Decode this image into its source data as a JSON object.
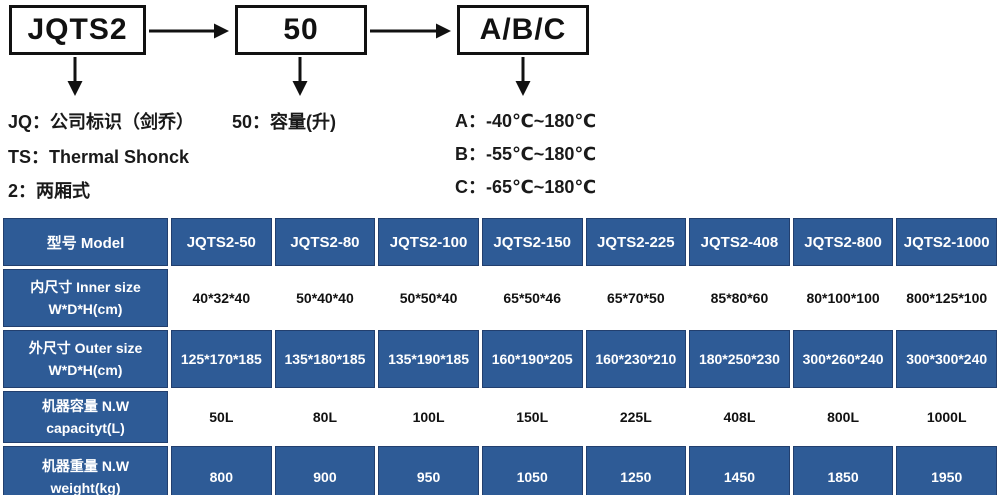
{
  "diagram": {
    "boxes": [
      {
        "label": "JQTS2"
      },
      {
        "label": "50"
      },
      {
        "label": "A/B/C"
      }
    ],
    "notes": {
      "jq": "JQ：公司标识（剑乔）",
      "ts": "TS：Thermal Shonck",
      "two": "2：两厢式",
      "fifty": "50：容量(升)",
      "a": "A：-40℃~180℃",
      "b": "B：-55℃~180℃",
      "c": "C：-65℃~180℃"
    }
  },
  "table": {
    "header": {
      "label": "型号 Model",
      "models": [
        "JQTS2-50",
        "JQTS2-80",
        "JQTS2-100",
        "JQTS2-150",
        "JQTS2-225",
        "JQTS2-408",
        "JQTS2-800",
        "JQTS2-1000"
      ]
    },
    "rows": [
      {
        "label_line1": "内尺寸 Inner size",
        "label_line2": "W*D*H(cm)",
        "style": "light",
        "values": [
          "40*32*40",
          "50*40*40",
          "50*50*40",
          "65*50*46",
          "65*70*50",
          "85*80*60",
          "80*100*100",
          "800*125*100"
        ]
      },
      {
        "label_line1": "外尺寸 Outer size",
        "label_line2": "W*D*H(cm)",
        "style": "dark",
        "values": [
          "125*170*185",
          "135*180*185",
          "135*190*185",
          "160*190*205",
          "160*230*210",
          "180*250*230",
          "300*260*240",
          "300*300*240"
        ]
      },
      {
        "label_line1": "机器容量 N.W",
        "label_line2": "capacityt(L)",
        "style": "light",
        "values": [
          "50L",
          "80L",
          "100L",
          "150L",
          "225L",
          "408L",
          "800L",
          "1000L"
        ]
      },
      {
        "label_line1": "机器重量 N.W",
        "label_line2": "weight(kg)",
        "style": "dark",
        "values": [
          "800",
          "900",
          "950",
          "1050",
          "1250",
          "1450",
          "1850",
          "1950"
        ]
      }
    ]
  },
  "colors": {
    "table_blue": "#2e5b96",
    "cell_border_blue": "#223f6e",
    "diagram_ink": "#111111"
  }
}
